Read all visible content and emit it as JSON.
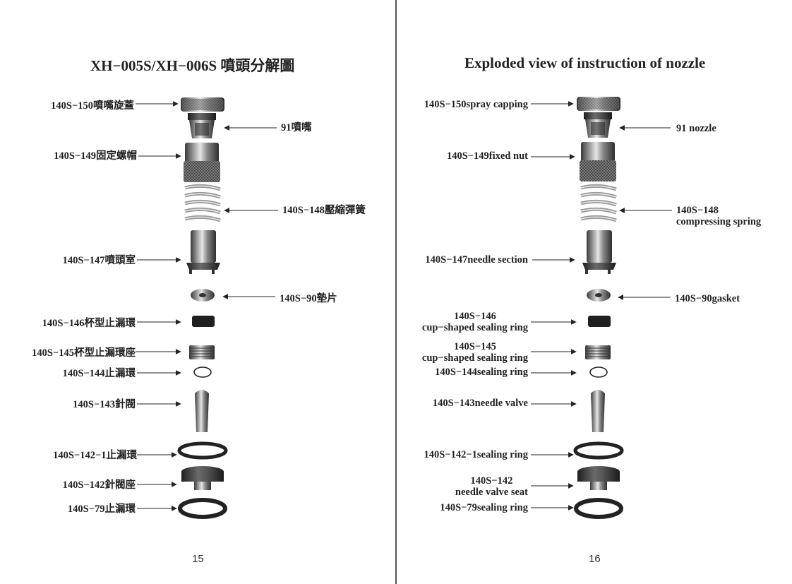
{
  "left_page": {
    "title": "XH−005S/XH−006S 噴頭分解圖",
    "page_number": "15",
    "labels": {
      "p150": "140S−150噴嘴旋蓋",
      "p91": "91噴嘴",
      "p149": "140S−149固定螺帽",
      "p148": "140S−148壓縮彈簧",
      "p147": "140S−147噴頭室",
      "p90": "140S−90墊片",
      "p146": "140S−146杯型止漏環",
      "p145": "140S−145杯型止漏環座",
      "p144": "140S−144止漏環",
      "p143": "140S−143針閥",
      "p142_1": "140S−142−1止漏環",
      "p142": "140S−142針閥座",
      "p79": "140S−79止漏環"
    }
  },
  "right_page": {
    "title": "Exploded view of instruction of nozzle",
    "page_number": "16",
    "labels": {
      "p150": "140S−150spray capping",
      "p91": "91 nozzle",
      "p149": "140S−149fixed nut",
      "p148_code": "140S−148",
      "p148_name": "compressing spring",
      "p147": "140S−147needle section",
      "p90": "140S−90gasket",
      "p146_code": "140S−146",
      "p146_name": "cup−shaped sealing ring",
      "p145_code": "140S−145",
      "p145_name": "cup−shaped sealing ring",
      "p144": "140S−144sealing ring",
      "p143": "140S−143needle valve",
      "p142_1": "140S−142−1sealing ring",
      "p142_code": "140S−142",
      "p142_name": "needle valve seat",
      "p79": "140S−79sealing ring"
    }
  }
}
